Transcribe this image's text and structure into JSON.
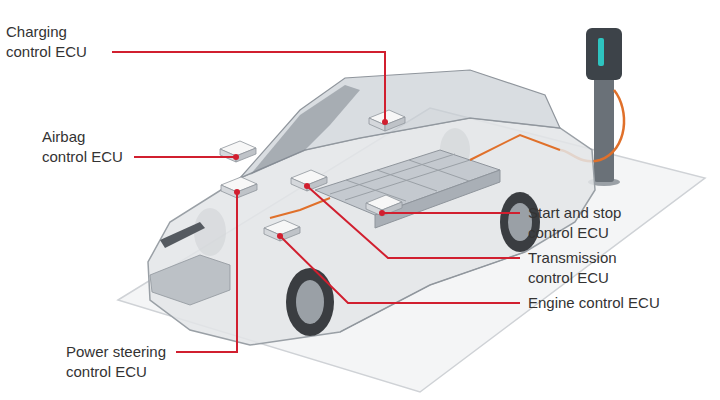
{
  "diagram": {
    "labels": [
      "Charging control ECU",
      "Airbag control ECU",
      "Start and stop control ECU",
      "Transmission control ECU",
      "Engine control ECU",
      "Power steering control ECU"
    ]
  }
}
